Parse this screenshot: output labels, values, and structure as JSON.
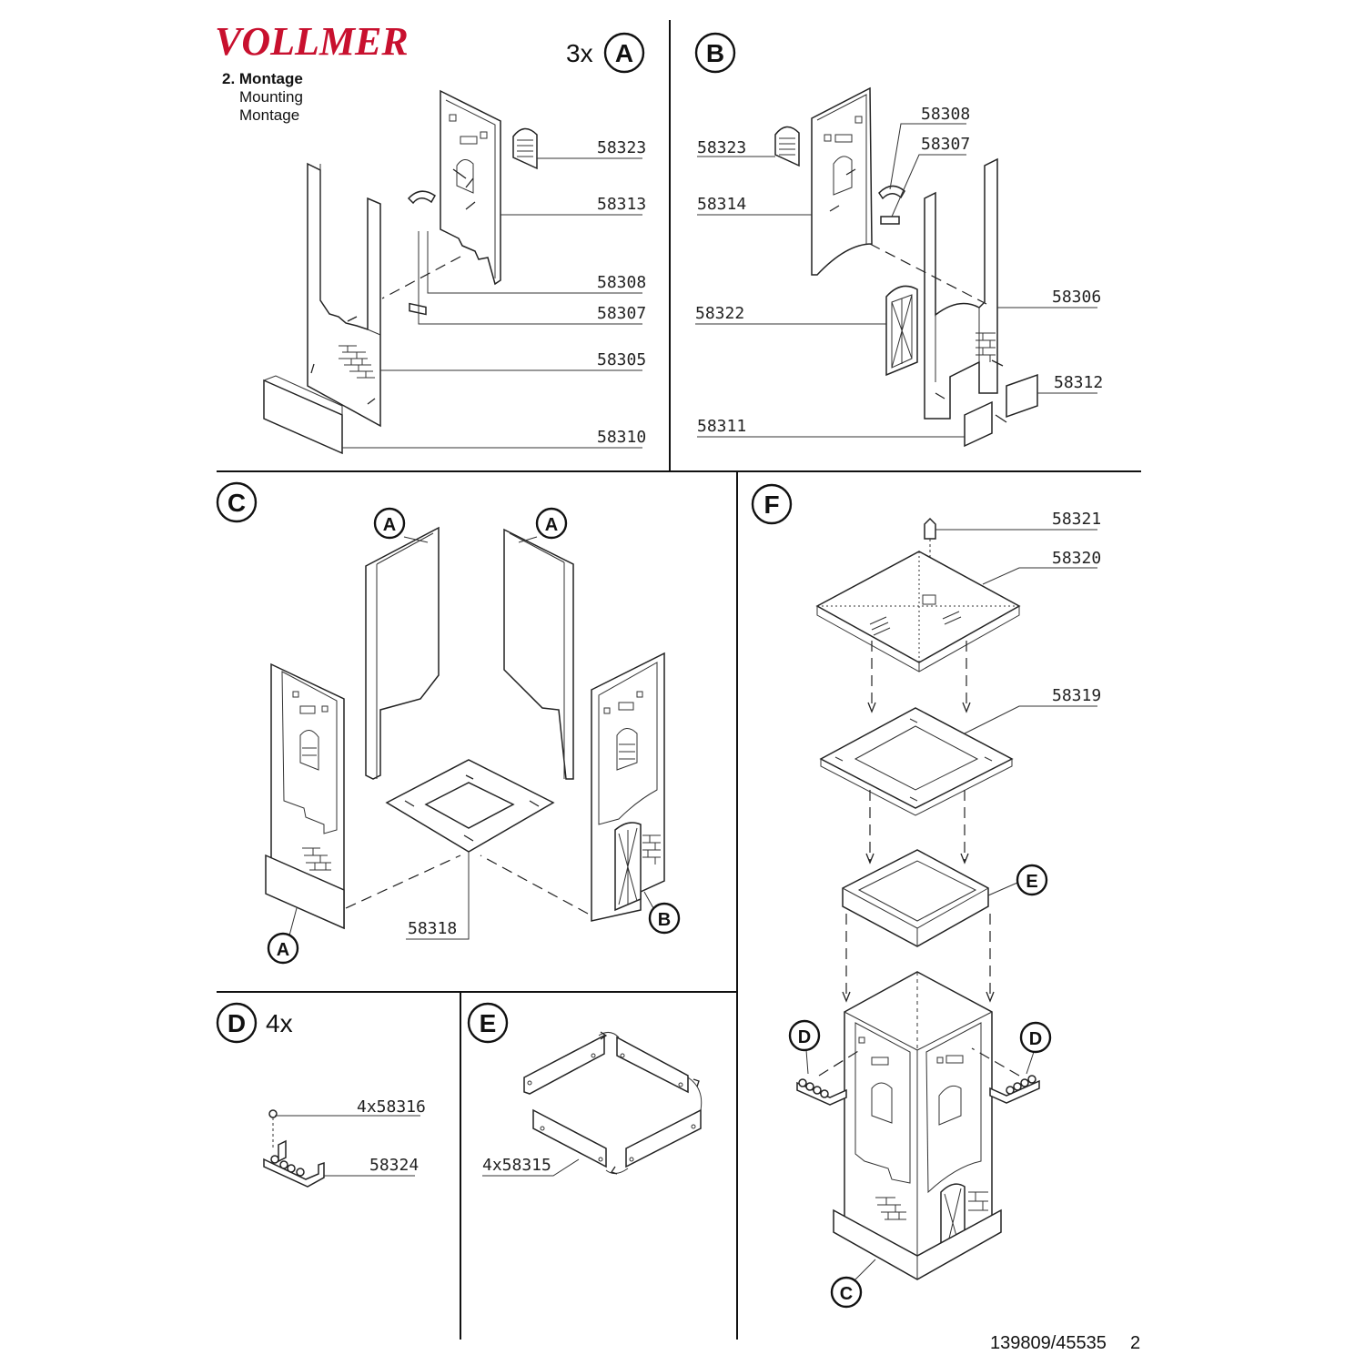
{
  "brand": {
    "logo_text": "VOLLMER",
    "color": "#c8102e"
  },
  "heading": {
    "number": "2. Montage",
    "line2": "Mounting",
    "line3": "Montage"
  },
  "footer": {
    "doc_code": "139809/45535",
    "page": "2"
  },
  "sections": {
    "A": {
      "letter": "A",
      "qty": "3x",
      "parts": {
        "p1": "58323",
        "p2": "58313",
        "p3": "58308",
        "p4": "58307",
        "p5": "58305",
        "p6": "58310"
      }
    },
    "B": {
      "letter": "B",
      "parts": {
        "p1": "58323",
        "p2": "58314",
        "p3": "58308",
        "p4": "58307",
        "p5": "58306",
        "p6": "58322",
        "p7": "58312",
        "p8": "58311"
      }
    },
    "C": {
      "letter": "C",
      "ref_a": "A",
      "ref_b": "B",
      "parts": {
        "p1": "58318"
      }
    },
    "D": {
      "letter": "D",
      "qty": "4x",
      "parts": {
        "p1": "4x58316",
        "p2": "58324"
      }
    },
    "E": {
      "letter": "E",
      "parts": {
        "p1": "4x58315"
      }
    },
    "F": {
      "letter": "F",
      "ref_e": "E",
      "ref_d": "D",
      "ref_c": "C",
      "parts": {
        "p1": "58321",
        "p2": "58320",
        "p3": "58319"
      }
    }
  }
}
